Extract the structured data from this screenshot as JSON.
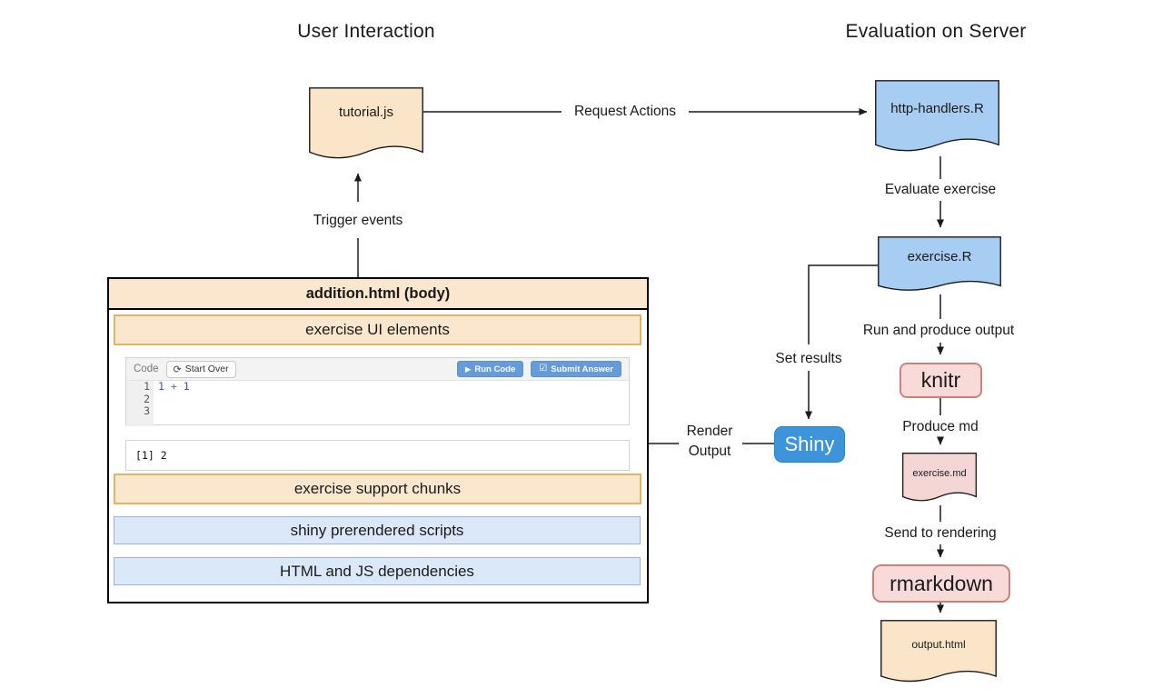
{
  "titles": {
    "left": "User Interaction",
    "right": "Evaluation on Server"
  },
  "nodes": {
    "tutorial_js": {
      "label": "tutorial.js"
    },
    "http_handlers": {
      "label": "http-handlers.R"
    },
    "exercise_r": {
      "label": "exercise.R"
    },
    "knitr": {
      "label": "knitr"
    },
    "exercise_md": {
      "label": "exercise.md"
    },
    "rmarkdown": {
      "label": "rmarkdown"
    },
    "output_html": {
      "label": "output.html"
    },
    "shiny": {
      "label": "Shiny"
    }
  },
  "edges": {
    "request_actions": "Request Actions",
    "evaluate_exercise": "Evaluate exercise",
    "run_and_produce_output": "Run and produce output",
    "produce_md": "Produce md",
    "send_to_rendering": "Send to rendering",
    "set_results": "Set results",
    "render_output_line1": "Render",
    "render_output_line2": "Output",
    "trigger_events": "Trigger events"
  },
  "addition_box": {
    "title": "addition.html (body)",
    "bars": {
      "exercise_ui": "exercise UI elements",
      "support_chunks": "exercise support chunks",
      "shiny_scripts": "shiny prerendered scripts",
      "html_deps": "HTML and JS dependencies"
    }
  },
  "editor": {
    "toolbar": {
      "code_label": "Code",
      "start_over": "Start Over",
      "run_code": "Run Code",
      "submit_answer": "Submit Answer"
    },
    "icons": {
      "start_over_icon": "refresh-icon",
      "run_code_icon": "play-icon",
      "submit_icon": "checkbox-icon"
    },
    "gutter": [
      "1",
      "2",
      "3"
    ],
    "code_tokens": {
      "a": "1",
      "op": "+",
      "b": "1"
    },
    "output_text": "[1] 2"
  },
  "colors": {
    "doc_tan": "#fbe5c8",
    "doc_blue": "#a8cdf2",
    "doc_pink": "#f4d7d4",
    "pkg_pink_fill": "#f8dbd8",
    "pkg_pink_border": "#c9837c",
    "bar_tan_fill": "#fae7cd",
    "bar_orange_border": "#dfb567",
    "bar_blue_fill": "#dbe8f9",
    "bar_blue_border": "#9cb7dc",
    "shiny_blue": "#3d94da",
    "button_blue": "#649bd8",
    "line_black": "#1a1a1a"
  }
}
